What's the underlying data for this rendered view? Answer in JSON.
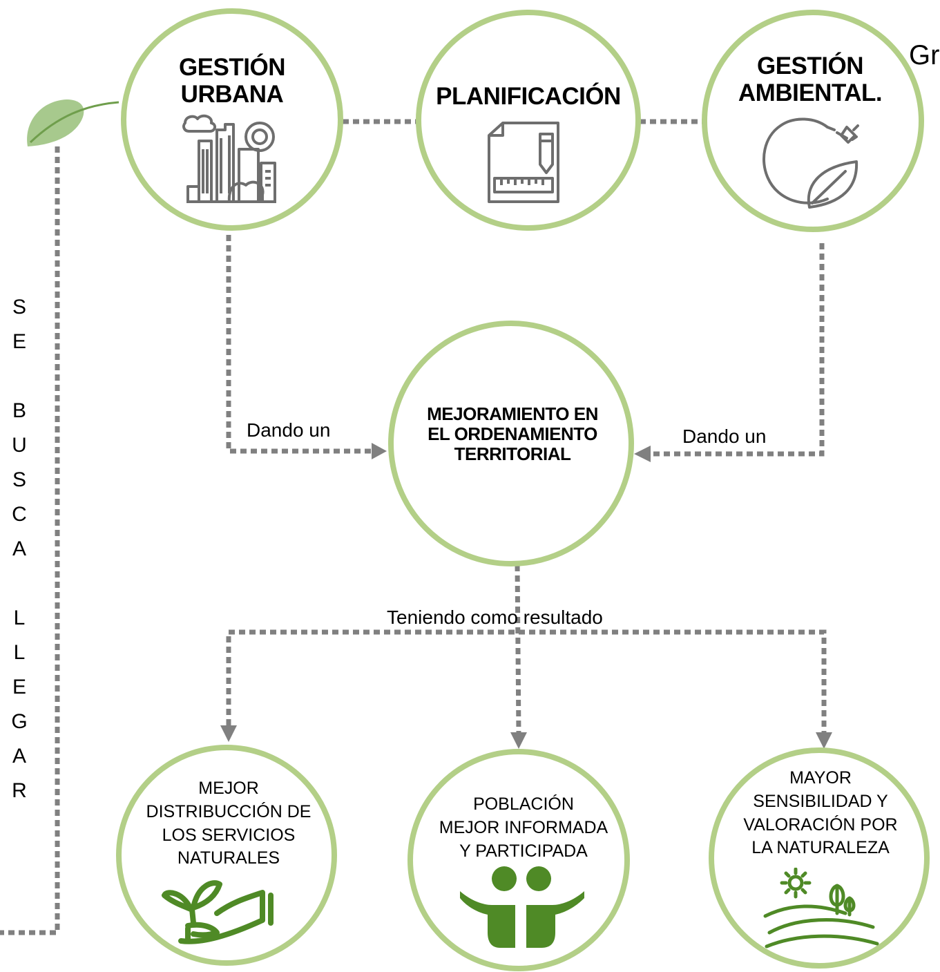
{
  "colors": {
    "ring": "#b3cf87",
    "connector": "#808080",
    "icon_gray": "#6e6e6e",
    "icon_green": "#4f8a26",
    "leaf": "#a7c98d"
  },
  "corner_text": "Gr",
  "top_row": [
    {
      "title_line1": "GESTIÓN",
      "title_line2": "URBANA",
      "icon": "city-icon"
    },
    {
      "title": "PLANIFICACIÓN",
      "icon": "document-plan-icon"
    },
    {
      "title_line1": "GESTIÓN",
      "title_line2": "AMBIENTAL.",
      "icon": "eco-plug-icon"
    }
  ],
  "center": {
    "line1": "MEJORAMIENTO EN",
    "line2": "EL ORDENAMIENTO",
    "line3": "TERRITORIAL"
  },
  "connector_labels": {
    "left": "Dando un",
    "right": "Dando un",
    "result": "Teniendo como resultado"
  },
  "vertical_text": [
    "S",
    "E",
    "",
    "B",
    "U",
    "S",
    "C",
    "A",
    "",
    "L",
    "L",
    "E",
    "G",
    "A",
    "R"
  ],
  "outcomes": [
    {
      "lines": [
        "MEJOR",
        "DISTRIBUCCIÓN DE",
        "LOS SERVICIOS",
        "NATURALES"
      ],
      "icon": "sprout-hand-icon"
    },
    {
      "lines": [
        "POBLACIÓN",
        "MEJOR INFORMADA",
        "Y PARTICIPADA"
      ],
      "icon": "people-icon"
    },
    {
      "lines": [
        "MAYOR",
        "SENSIBILIDAD Y",
        "VALORACIÓN POR",
        "LA NATURALEZA"
      ],
      "icon": "landscape-icon"
    }
  ]
}
